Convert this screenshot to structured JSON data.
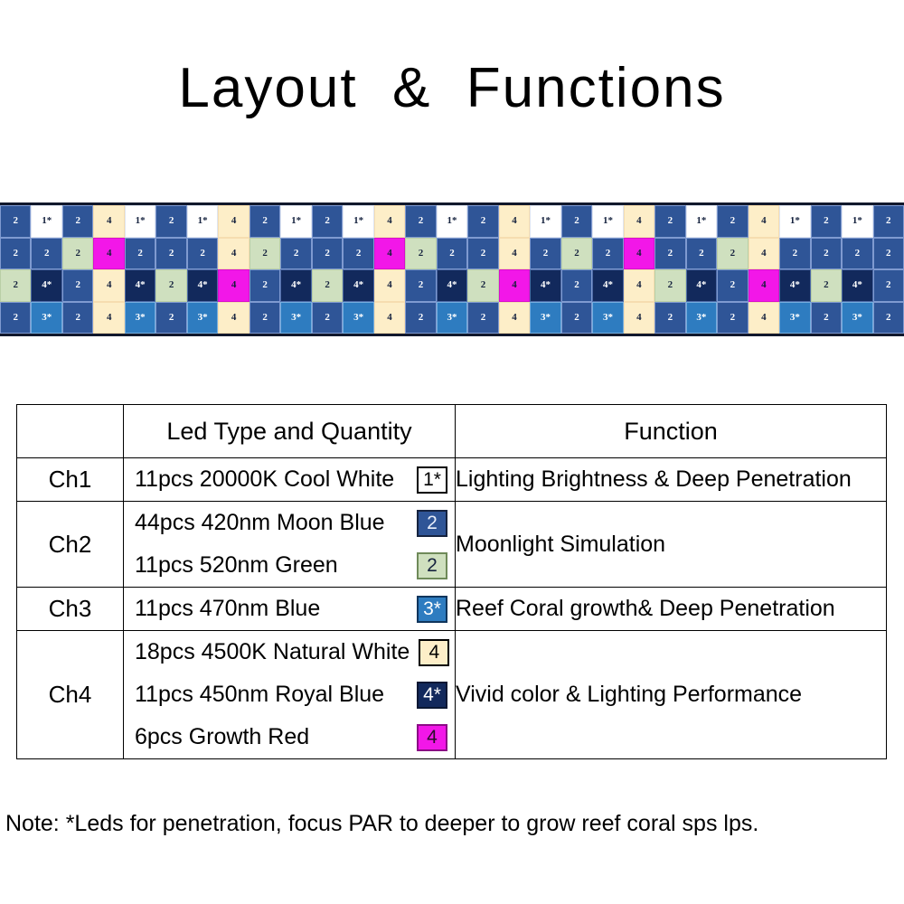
{
  "page": {
    "title": "Layout  &  Functions",
    "note": "Note: *Leds for penetration, focus PAR to deeper to grow reef coral sps lps."
  },
  "colors": {
    "moon_blue": "#2f5597",
    "green": "#cfe0bf",
    "cool_white": "#ffffff",
    "natural_white_cream": "#fdeec8",
    "royal_blue_navy": "#12295c",
    "blue_470": "#2e7cc0",
    "growth_red_magenta": "#f217e8",
    "panel_background": "#0f1b33"
  },
  "led_panel": {
    "name": "led-layout-panel",
    "rows": 4,
    "columns": 29,
    "legend": {
      "1*": "20000K Cool White (penetration)",
      "2": "420nm Moon Blue",
      "2g": "520nm Green",
      "3*": "470nm Blue (penetration)",
      "4": "4500K Natural White",
      "4*": "450nm Royal Blue (penetration)",
      "4m": "Growth Red"
    },
    "grid": [
      [
        {
          "label": "2",
          "type": "moonblue"
        },
        {
          "label": "1*",
          "type": "white"
        },
        {
          "label": "2",
          "type": "moonblue"
        },
        {
          "label": "4",
          "type": "cream"
        },
        {
          "label": "1*",
          "type": "white"
        },
        {
          "label": "2",
          "type": "moonblue"
        },
        {
          "label": "1*",
          "type": "white"
        },
        {
          "label": "4",
          "type": "cream"
        },
        {
          "label": "2",
          "type": "moonblue"
        },
        {
          "label": "1*",
          "type": "white"
        },
        {
          "label": "2",
          "type": "moonblue"
        },
        {
          "label": "1*",
          "type": "white"
        },
        {
          "label": "4",
          "type": "cream"
        },
        {
          "label": "2",
          "type": "moonblue"
        },
        {
          "label": "1*",
          "type": "white"
        },
        {
          "label": "2",
          "type": "moonblue"
        },
        {
          "label": "4",
          "type": "cream"
        },
        {
          "label": "1*",
          "type": "white"
        },
        {
          "label": "2",
          "type": "moonblue"
        },
        {
          "label": "1*",
          "type": "white"
        },
        {
          "label": "4",
          "type": "cream"
        },
        {
          "label": "2",
          "type": "moonblue"
        },
        {
          "label": "1*",
          "type": "white"
        },
        {
          "label": "2",
          "type": "moonblue"
        },
        {
          "label": "4",
          "type": "cream"
        },
        {
          "label": "1*",
          "type": "white"
        },
        {
          "label": "2",
          "type": "moonblue"
        },
        {
          "label": "1*",
          "type": "white"
        },
        {
          "label": "2",
          "type": "moonblue"
        }
      ],
      [
        {
          "label": "2",
          "type": "moonblue"
        },
        {
          "label": "2",
          "type": "moonblue"
        },
        {
          "label": "2",
          "type": "green"
        },
        {
          "label": "4",
          "type": "magenta"
        },
        {
          "label": "2",
          "type": "moonblue"
        },
        {
          "label": "2",
          "type": "moonblue"
        },
        {
          "label": "2",
          "type": "moonblue"
        },
        {
          "label": "4",
          "type": "cream"
        },
        {
          "label": "2",
          "type": "green"
        },
        {
          "label": "2",
          "type": "moonblue"
        },
        {
          "label": "2",
          "type": "moonblue"
        },
        {
          "label": "2",
          "type": "moonblue"
        },
        {
          "label": "4",
          "type": "magenta"
        },
        {
          "label": "2",
          "type": "green"
        },
        {
          "label": "2",
          "type": "moonblue"
        },
        {
          "label": "2",
          "type": "moonblue"
        },
        {
          "label": "4",
          "type": "cream"
        },
        {
          "label": "2",
          "type": "moonblue"
        },
        {
          "label": "2",
          "type": "green"
        },
        {
          "label": "2",
          "type": "moonblue"
        },
        {
          "label": "4",
          "type": "magenta"
        },
        {
          "label": "2",
          "type": "moonblue"
        },
        {
          "label": "2",
          "type": "moonblue"
        },
        {
          "label": "2",
          "type": "green"
        },
        {
          "label": "4",
          "type": "cream"
        },
        {
          "label": "2",
          "type": "moonblue"
        },
        {
          "label": "2",
          "type": "moonblue"
        },
        {
          "label": "2",
          "type": "moonblue"
        },
        {
          "label": "2",
          "type": "moonblue"
        }
      ],
      [
        {
          "label": "2",
          "type": "green"
        },
        {
          "label": "4*",
          "type": "navy"
        },
        {
          "label": "2",
          "type": "moonblue"
        },
        {
          "label": "4",
          "type": "cream"
        },
        {
          "label": "4*",
          "type": "navy"
        },
        {
          "label": "2",
          "type": "green"
        },
        {
          "label": "4*",
          "type": "navy"
        },
        {
          "label": "4",
          "type": "magenta"
        },
        {
          "label": "2",
          "type": "moonblue"
        },
        {
          "label": "4*",
          "type": "navy"
        },
        {
          "label": "2",
          "type": "green"
        },
        {
          "label": "4*",
          "type": "navy"
        },
        {
          "label": "4",
          "type": "cream"
        },
        {
          "label": "2",
          "type": "moonblue"
        },
        {
          "label": "4*",
          "type": "navy"
        },
        {
          "label": "2",
          "type": "green"
        },
        {
          "label": "4",
          "type": "magenta"
        },
        {
          "label": "4*",
          "type": "navy"
        },
        {
          "label": "2",
          "type": "moonblue"
        },
        {
          "label": "4*",
          "type": "navy"
        },
        {
          "label": "4",
          "type": "cream"
        },
        {
          "label": "2",
          "type": "green"
        },
        {
          "label": "4*",
          "type": "navy"
        },
        {
          "label": "2",
          "type": "moonblue"
        },
        {
          "label": "4",
          "type": "magenta"
        },
        {
          "label": "4*",
          "type": "navy"
        },
        {
          "label": "2",
          "type": "green"
        },
        {
          "label": "4*",
          "type": "navy"
        },
        {
          "label": "2",
          "type": "moonblue"
        }
      ],
      [
        {
          "label": "2",
          "type": "moonblue"
        },
        {
          "label": "3*",
          "type": "blue"
        },
        {
          "label": "2",
          "type": "moonblue"
        },
        {
          "label": "4",
          "type": "cream"
        },
        {
          "label": "3*",
          "type": "blue"
        },
        {
          "label": "2",
          "type": "moonblue"
        },
        {
          "label": "3*",
          "type": "blue"
        },
        {
          "label": "4",
          "type": "cream"
        },
        {
          "label": "2",
          "type": "moonblue"
        },
        {
          "label": "3*",
          "type": "blue"
        },
        {
          "label": "2",
          "type": "moonblue"
        },
        {
          "label": "3*",
          "type": "blue"
        },
        {
          "label": "4",
          "type": "cream"
        },
        {
          "label": "2",
          "type": "moonblue"
        },
        {
          "label": "3*",
          "type": "blue"
        },
        {
          "label": "2",
          "type": "moonblue"
        },
        {
          "label": "4",
          "type": "cream"
        },
        {
          "label": "3*",
          "type": "blue"
        },
        {
          "label": "2",
          "type": "moonblue"
        },
        {
          "label": "3*",
          "type": "blue"
        },
        {
          "label": "4",
          "type": "cream"
        },
        {
          "label": "2",
          "type": "moonblue"
        },
        {
          "label": "3*",
          "type": "blue"
        },
        {
          "label": "2",
          "type": "moonblue"
        },
        {
          "label": "4",
          "type": "cream"
        },
        {
          "label": "3*",
          "type": "blue"
        },
        {
          "label": "2",
          "type": "moonblue"
        },
        {
          "label": "3*",
          "type": "blue"
        },
        {
          "label": "2",
          "type": "moonblue"
        }
      ]
    ]
  },
  "table": {
    "headers": {
      "channel": "",
      "led_type": "Led Type and Quantity",
      "function": "Function"
    },
    "rows": [
      {
        "channel": "Ch1",
        "lines": [
          {
            "text": "11pcs 20000K Cool White",
            "chip_label": "1*",
            "chip_style": "chip-1"
          }
        ],
        "function": "Lighting Brightness & Deep Penetration"
      },
      {
        "channel": "Ch2",
        "lines": [
          {
            "text": "44pcs 420nm Moon Blue",
            "chip_label": "2",
            "chip_style": "chip-2blue"
          },
          {
            "text": "11pcs 520nm Green",
            "chip_label": "2",
            "chip_style": "chip-2green"
          }
        ],
        "function": "Moonlight Simulation"
      },
      {
        "channel": "Ch3",
        "lines": [
          {
            "text": "11pcs 470nm Blue",
            "chip_label": "3*",
            "chip_style": "chip-3"
          }
        ],
        "function": "Reef Coral growth& Deep Penetration"
      },
      {
        "channel": "Ch4",
        "lines": [
          {
            "text": "18pcs 4500K Natural White",
            "chip_label": "4",
            "chip_style": "chip-4cream"
          },
          {
            "text": "11pcs 450nm Royal Blue",
            "chip_label": "4*",
            "chip_style": "chip-4navy"
          },
          {
            "text": "6pcs Growth Red",
            "chip_label": "4",
            "chip_style": "chip-4mag"
          }
        ],
        "function": "Vivid color & Lighting Performance"
      }
    ]
  }
}
